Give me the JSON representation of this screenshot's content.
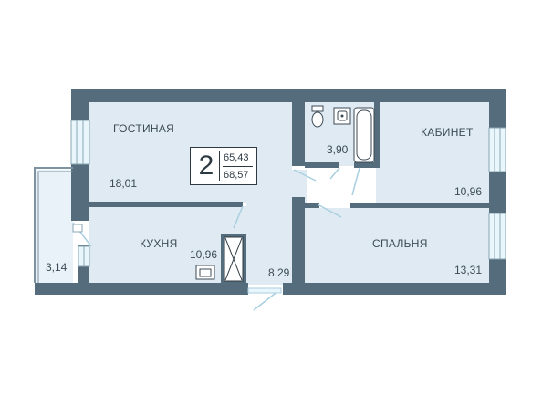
{
  "plan": {
    "room_count": "2",
    "living_area": "65,43",
    "total_area": "68,57",
    "colors": {
      "wall": "#546c7c",
      "floor": "#dfeaf2",
      "window": "#e9f6fb",
      "door_swing": "#a9cfe0",
      "text": "#3c4b55"
    },
    "rooms": [
      {
        "name": "ГОСТИНАЯ",
        "area": "18,01"
      },
      {
        "name": "КУХНЯ",
        "area": "10,96"
      },
      {
        "name": "",
        "area": "3,90"
      },
      {
        "name": "КАБИНЕТ",
        "area": "10,96"
      },
      {
        "name": "СПАЛЬНЯ",
        "area": "13,31"
      },
      {
        "name": "",
        "area": "8,29"
      },
      {
        "name": "",
        "area": "3,14"
      }
    ]
  }
}
